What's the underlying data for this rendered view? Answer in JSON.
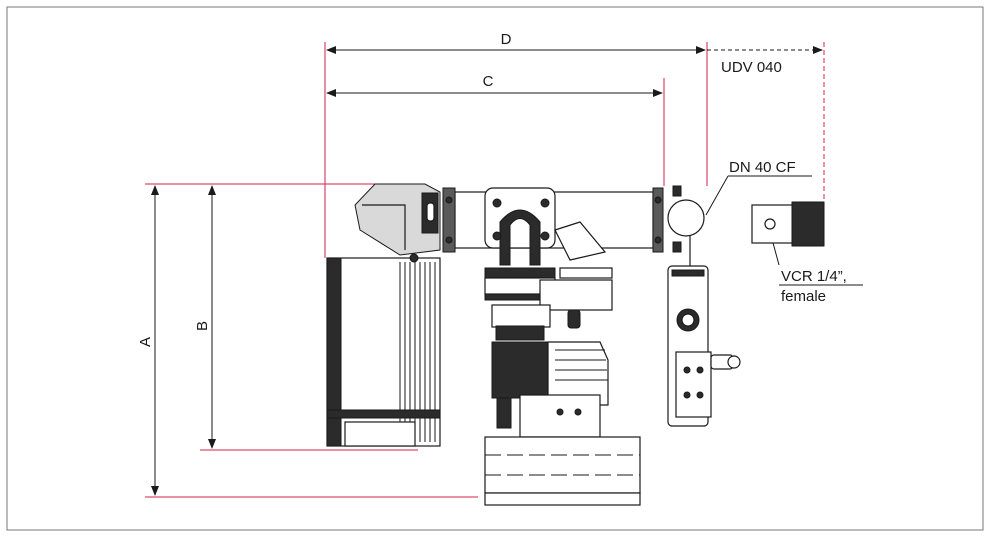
{
  "dimensions": {
    "a": "A",
    "b": "B",
    "c": "C",
    "d": "D"
  },
  "callouts": {
    "udv": "UDV 040",
    "flange": "DN 40 CF",
    "connector_line1": "VCR 1/4”,",
    "connector_line2": "female"
  },
  "colors": {
    "dimension_line": "#1a1a1a",
    "reference_line": "#d6214b",
    "part_dark": "#2b2b2b"
  }
}
